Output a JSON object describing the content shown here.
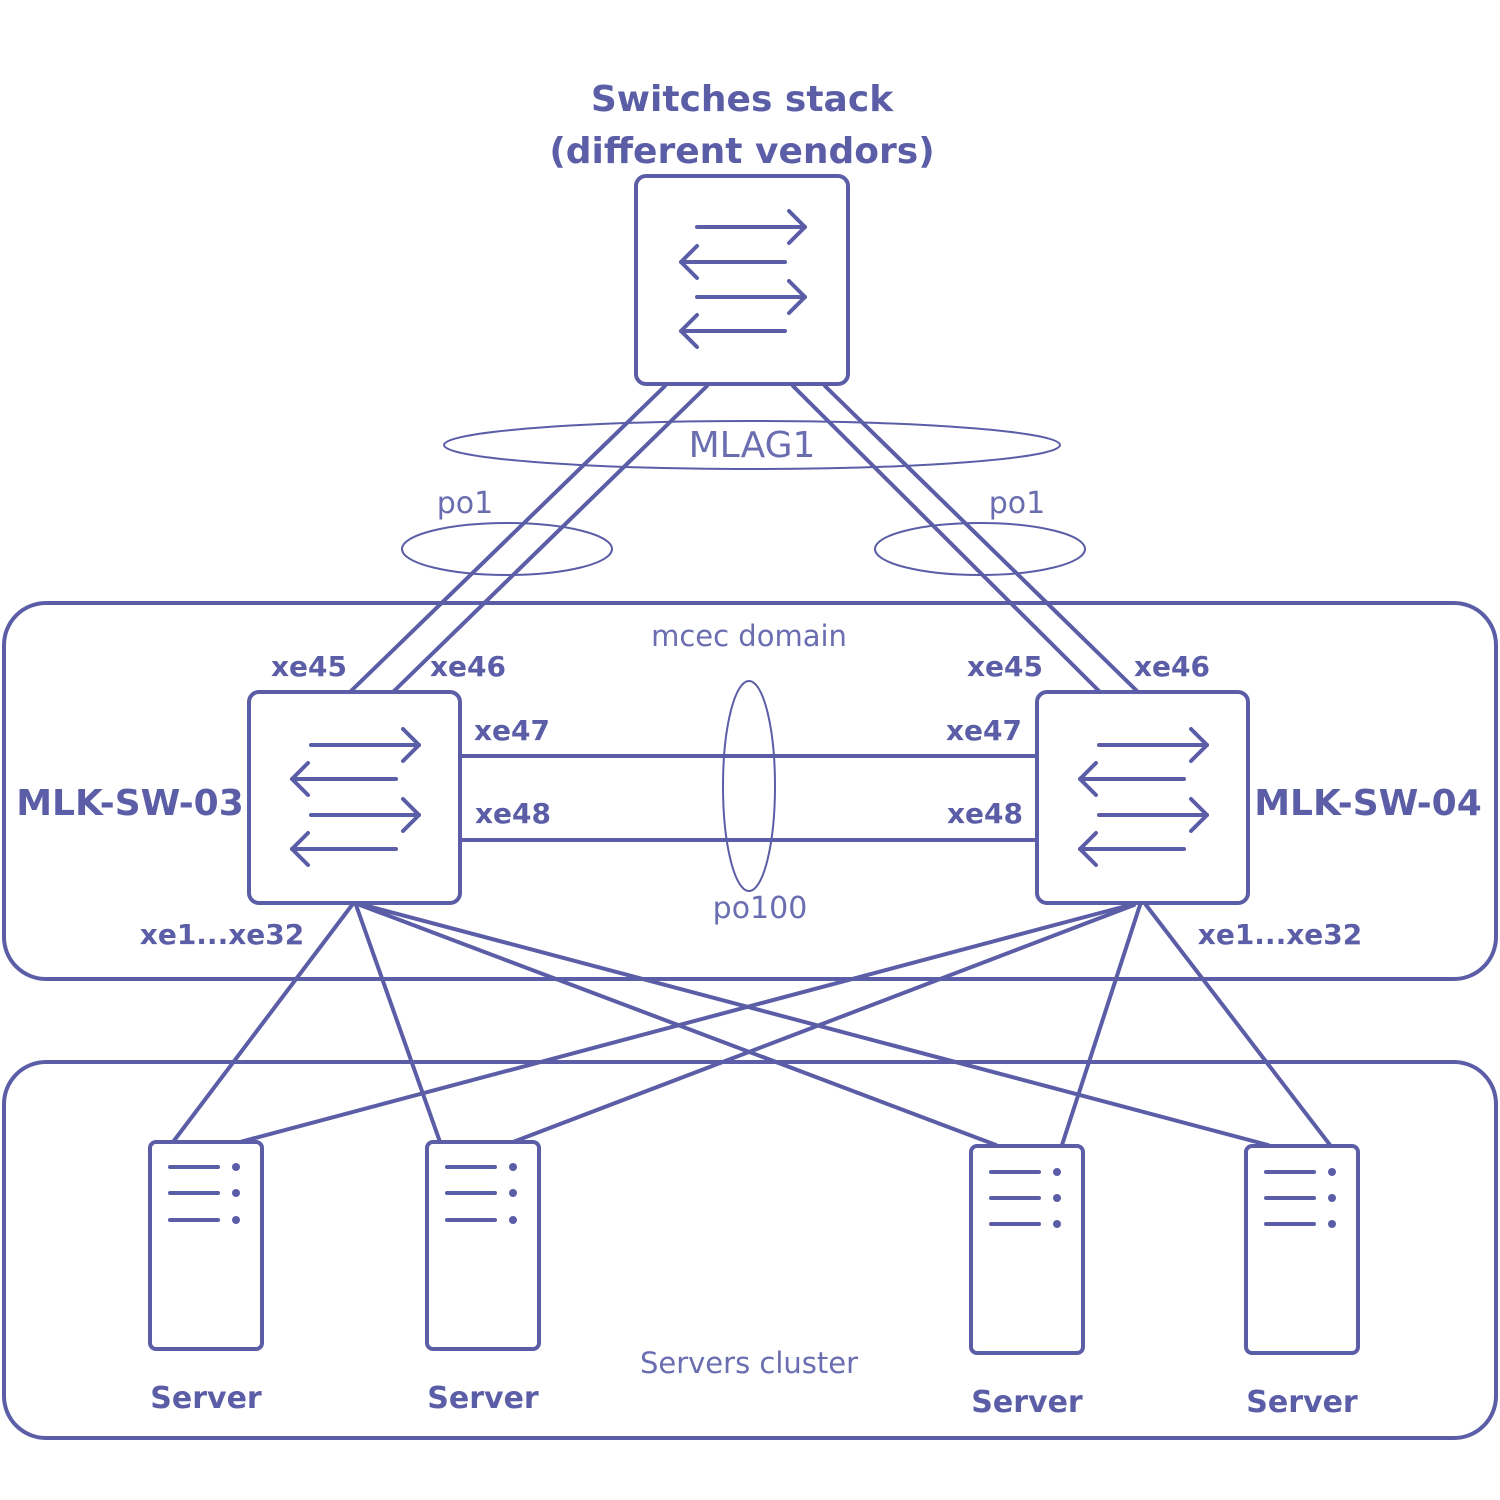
{
  "top_stack": {
    "title_line1": "Switches stack",
    "title_line2": "(different vendors)"
  },
  "mlag_label": "MLAG1",
  "left_po_label": "po1",
  "right_po_label": "po1",
  "domain": {
    "label": "mcec domain"
  },
  "left_switch": {
    "name": "MLK-SW-03",
    "ports": {
      "xe45": "xe45",
      "xe46": "xe46",
      "xe47": "xe47",
      "xe48": "xe48",
      "downlinks": "xe1...xe32"
    }
  },
  "right_switch": {
    "name": "MLK-SW-04",
    "ports": {
      "xe45": "xe45",
      "xe46": "xe46",
      "xe47": "xe47",
      "xe48": "xe48",
      "downlinks": "xe1...xe32"
    }
  },
  "peer_link_label": "po100",
  "cluster": {
    "label": "Servers cluster",
    "servers": [
      {
        "label": "Server"
      },
      {
        "label": "Server"
      },
      {
        "label": "Server"
      },
      {
        "label": "Server"
      }
    ]
  },
  "colors": {
    "stroke": "#5b5ea6",
    "text": "#5b5ea6",
    "background": "#ffffff"
  },
  "icons": {
    "switch": "switch-arrows-icon",
    "server": "server-tower-icon"
  }
}
